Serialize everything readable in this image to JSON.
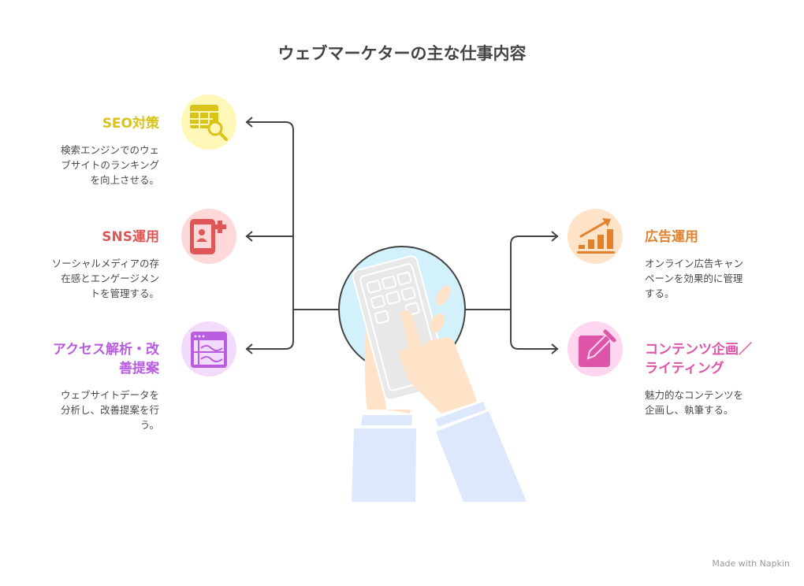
{
  "title": "ウェブマーケターの主な仕事内容",
  "left_items": [
    {
      "title": "SEO対策",
      "desc": [
        "検索エンジンでのウェ",
        "ブサイトのランキング",
        "を向上させる。"
      ],
      "icon": "table-search-icon",
      "color": "#d9c21a",
      "bg": "#fff7b8"
    },
    {
      "title": "SNS運用",
      "desc": [
        "ソーシャルメディアの存",
        "在感とエンゲージメン",
        "トを管理する。"
      ],
      "icon": "add-user-phone-icon",
      "color": "#e05555",
      "bg": "#ffd9d9"
    },
    {
      "title": [
        "アクセス解析・改",
        "善提案"
      ],
      "desc": [
        "ウェブサイトデータを",
        "分析し、改善提案を行",
        "う。"
      ],
      "icon": "analytics-window-icon",
      "color": "#b85ce0",
      "bg": "#f3dcfb"
    }
  ],
  "right_items": [
    {
      "title": "広告運用",
      "desc": [
        "オンライン広告キャン",
        "ペーンを効果的に管理",
        "する。"
      ],
      "icon": "growth-chart-icon",
      "color": "#e0822e",
      "bg": "#ffe3c8"
    },
    {
      "title": [
        "コンテンツ企画／",
        "ライティング"
      ],
      "desc": [
        "魅力的なコンテンツを",
        "企画し、執筆する。"
      ],
      "icon": "edit-pencil-icon",
      "color": "#dd55a8",
      "bg": "#ffd6ef"
    }
  ],
  "watermark": "Made with Napkin"
}
